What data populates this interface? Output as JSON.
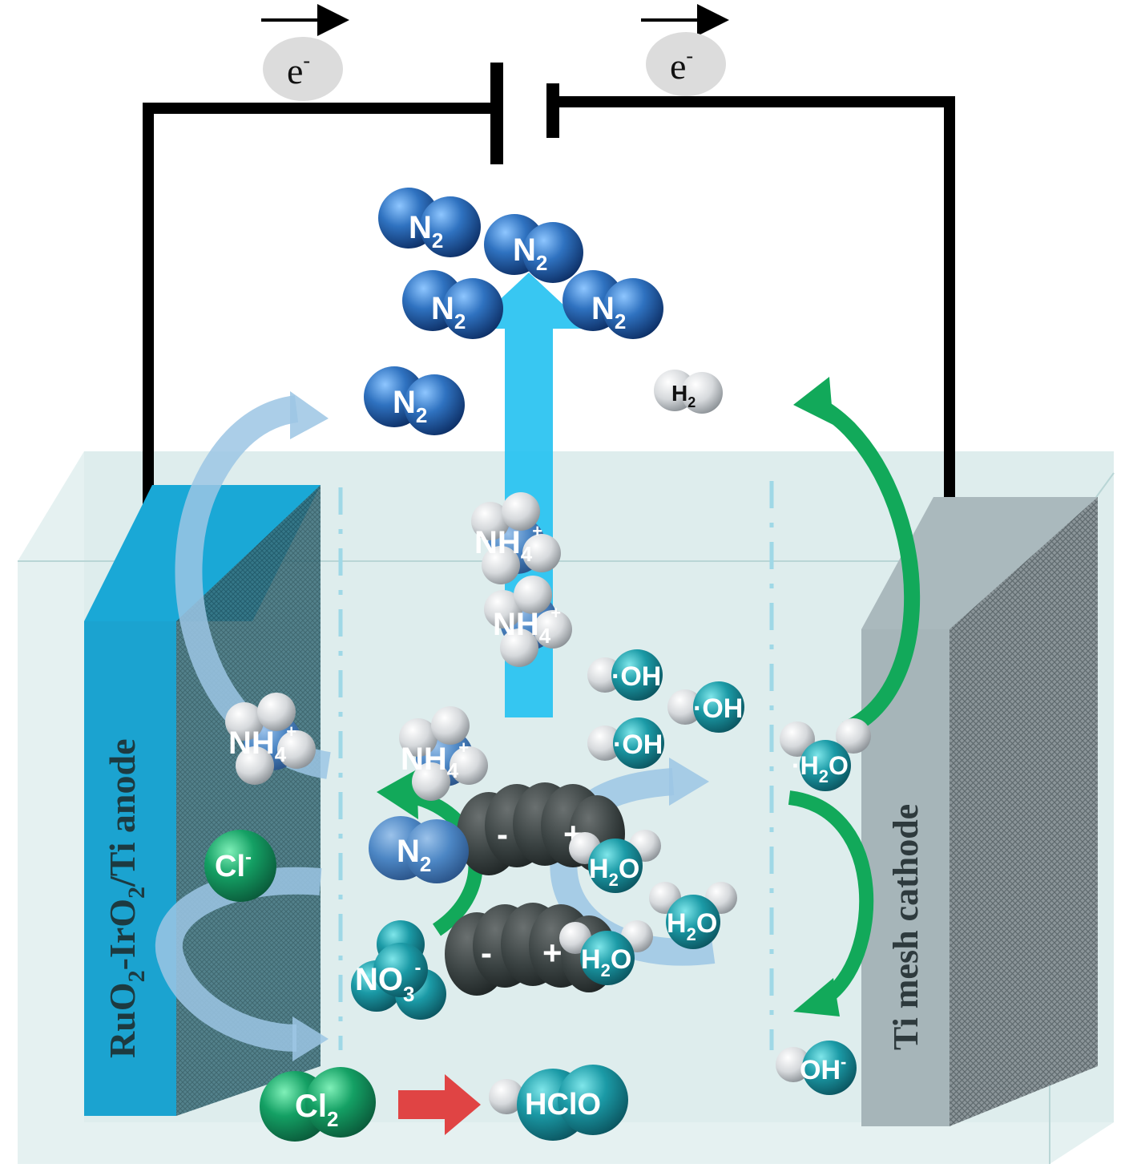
{
  "electrons": {
    "left": "e",
    "right": "e",
    "superscript": "-"
  },
  "electrodes": {
    "anode": {
      "name": "RuO",
      "sub1": "2",
      "mid": "-IrO",
      "sub2": "2",
      "tail": "/Ti anode"
    },
    "cathode": {
      "name": "Ti mesh cathode"
    }
  },
  "molecules": {
    "n2": {
      "base": "N",
      "sub": "2"
    },
    "h2": {
      "base": "H",
      "sub": "2"
    },
    "nh4": {
      "base": "NH",
      "sub": "4",
      "sup": "+"
    },
    "oh_radical": "·OH",
    "h2o": {
      "base": "H",
      "sub": "2",
      "tail": "O"
    },
    "h2o_radical": {
      "base": "·H",
      "sub": "2",
      "tail": "O"
    },
    "oh_minus": {
      "base": "OH",
      "sup": "-"
    },
    "cl_minus": {
      "base": "Cl",
      "sup": "-"
    },
    "cl2": {
      "base": "Cl",
      "sub": "2"
    },
    "no3": {
      "base": "NO",
      "sub": "3",
      "sup": "-"
    },
    "hclo": "HClO"
  },
  "charges": {
    "minus": "-",
    "plus": "+"
  },
  "colors": {
    "anode_face": "#1fa7d2",
    "cathode_face": "#9fb0b4",
    "tank": "#d8ecec",
    "n2": "#2e6fb5",
    "teal": "#1fa0a8",
    "green_arrow": "#10a850",
    "blue_arrow": "#1fc0f0",
    "red_arrow": "#e04444"
  }
}
